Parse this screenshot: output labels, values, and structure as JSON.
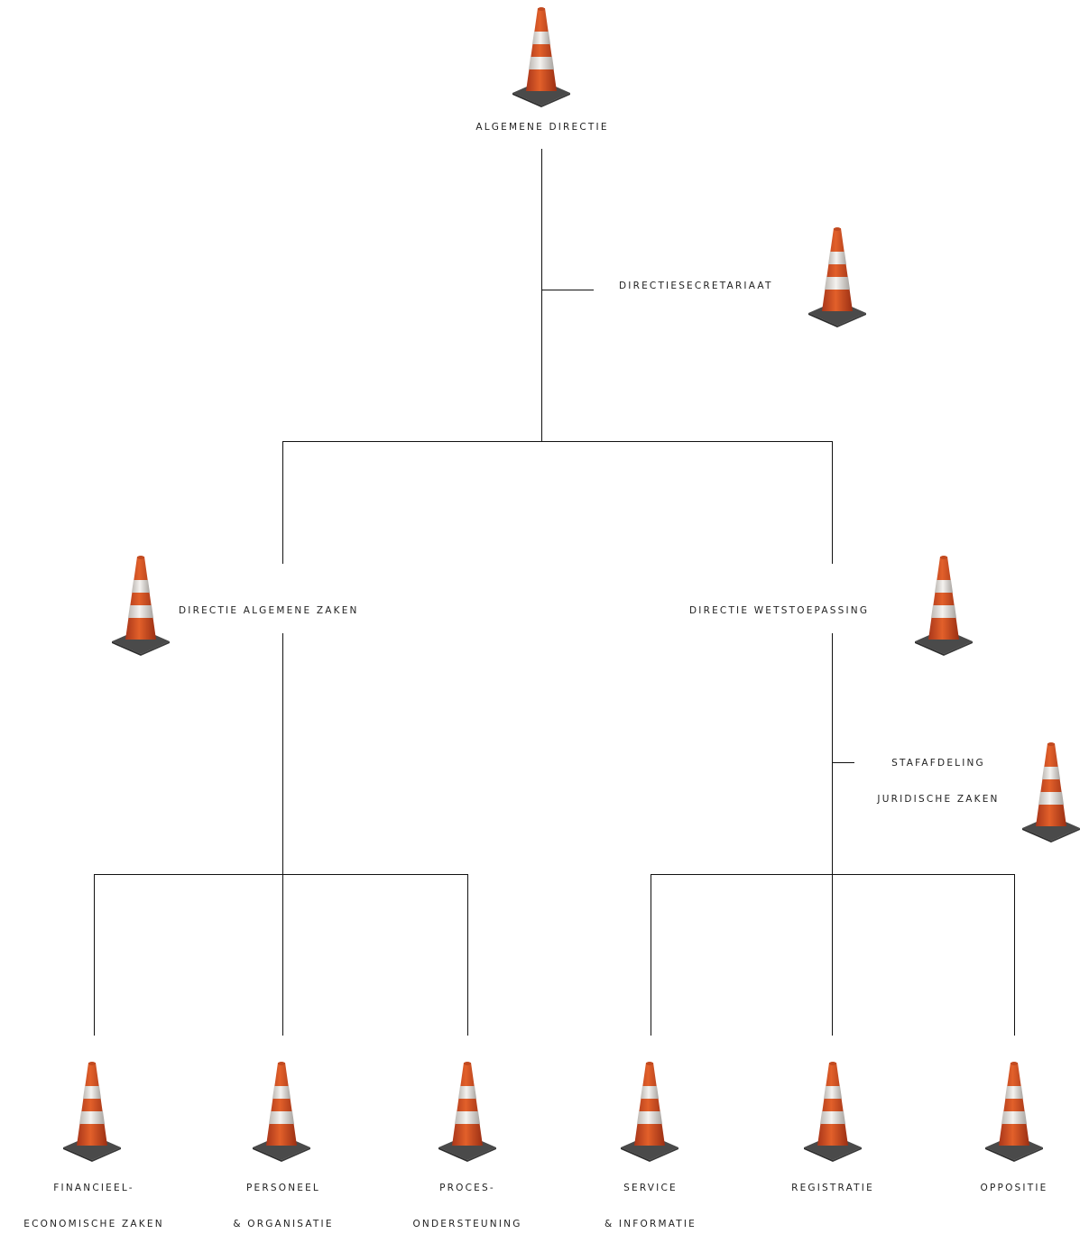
{
  "org_chart": {
    "top": {
      "label": "Algemene Directie"
    },
    "secretariat": {
      "label": "Directiesecretariaat"
    },
    "left_division": {
      "label": "Directie Algemene Zaken",
      "units": [
        {
          "line1": "Financieel-",
          "line2": "Economische Zaken"
        },
        {
          "line1": "Personeel",
          "line2": "& Organisatie"
        },
        {
          "line1": "Proces-",
          "line2": "Ondersteuning"
        }
      ]
    },
    "right_division": {
      "label": "Directie Wetstoepassing",
      "staff": {
        "line1": "Stafafdeling",
        "line2": "Juridische Zaken"
      },
      "units": [
        {
          "line1": "Service",
          "line2": "& Informatie"
        },
        {
          "line1": "Registratie",
          "line2": ""
        },
        {
          "line1": "Oppositie",
          "line2": ""
        }
      ]
    }
  },
  "colors": {
    "cone_orange": "#d9531e",
    "cone_white": "#e8e4df",
    "base_gray": "#5a5a5a",
    "line": "#111111"
  }
}
